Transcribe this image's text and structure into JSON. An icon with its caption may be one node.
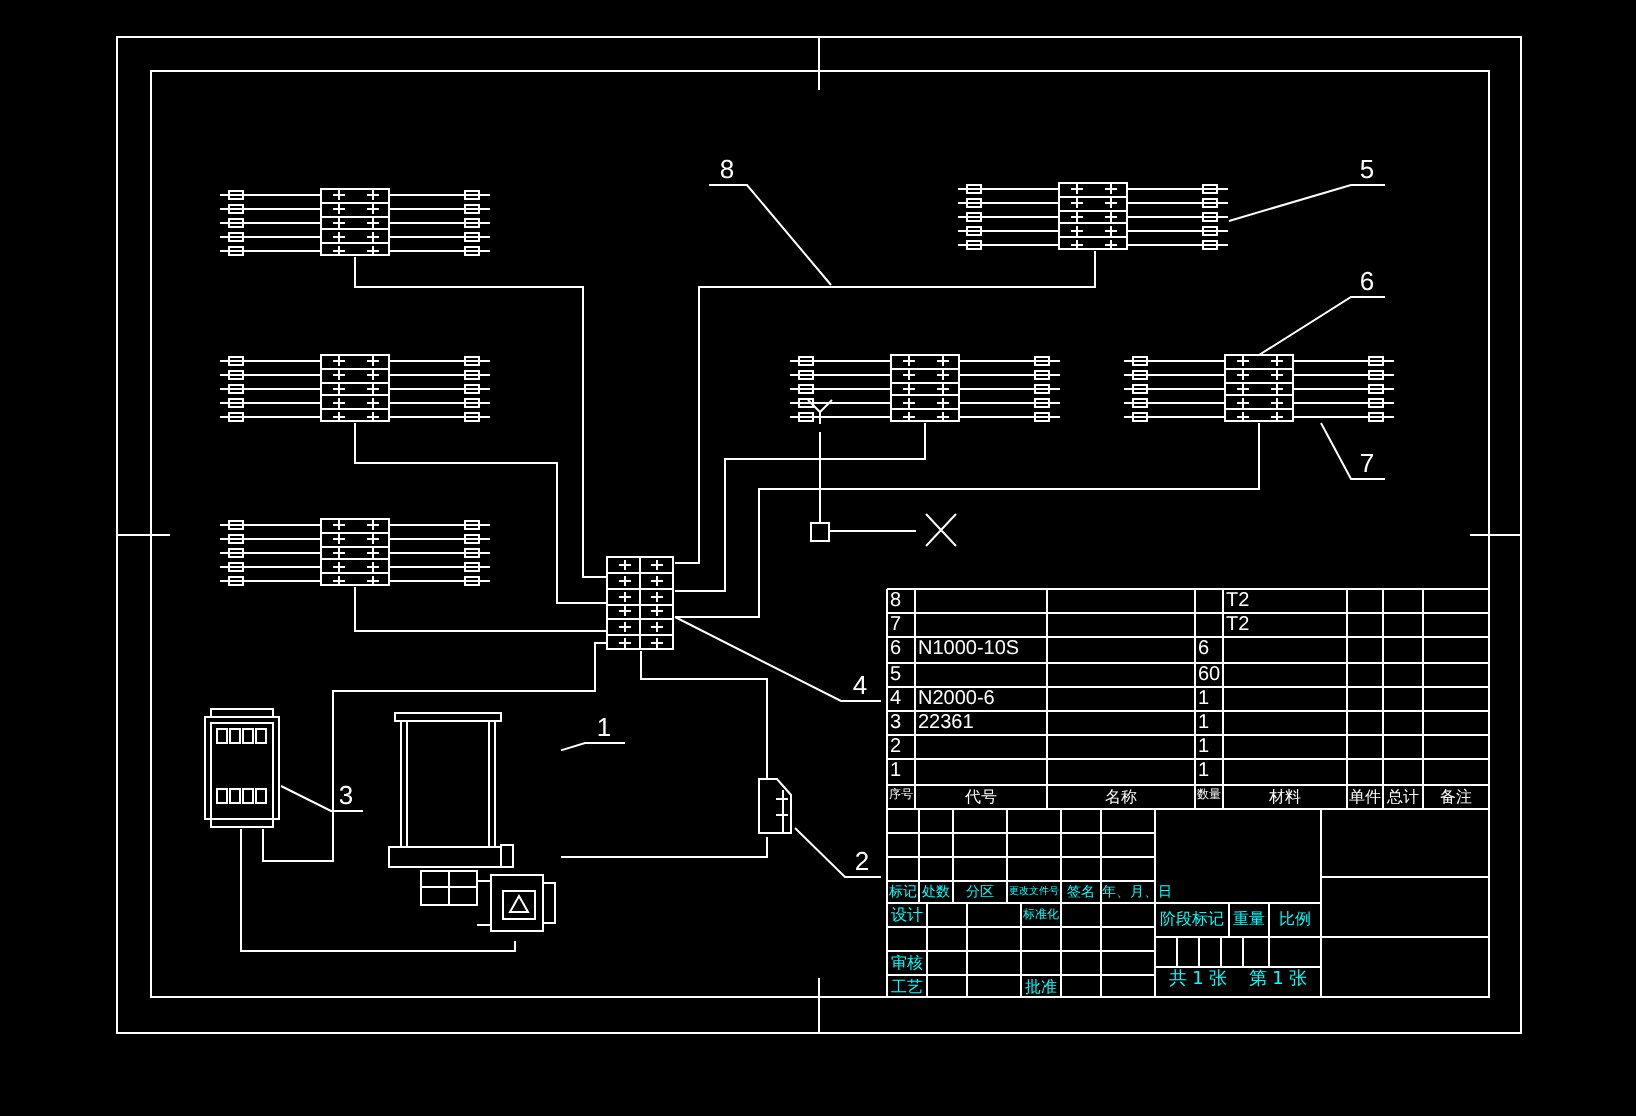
{
  "diagram": {
    "nodes": [
      {
        "text": [
          "8"
        ]
      },
      {
        "text": [
          "5"
        ]
      },
      {
        "text": [
          "6"
        ]
      },
      {
        "text": [
          "7"
        ]
      },
      {
        "text": [
          "4"
        ]
      },
      {
        "text": [
          "1"
        ]
      },
      {
        "text": [
          "3"
        ]
      },
      {
        "text": [
          "2"
        ]
      },
      {
        "text": [],
        "shape": "picture"
      },
      {
        "text": [],
        "shape": "picture"
      },
      {
        "text": [],
        "shape": "picture"
      },
      {
        "text": [],
        "shape": "picture"
      },
      {
        "text": [],
        "shape": "picture"
      },
      {
        "text": [],
        "shape": "picture"
      },
      {
        "text": [],
        "shape": "picture"
      },
      {
        "text": [],
        "shape": "picture"
      },
      {
        "text": [],
        "shape": "picture"
      },
      {
        "text": [],
        "shape": "picture"
      }
    ],
    "edges": [
      {
        "from": 0,
        "to": null,
        "arrow": "none"
      },
      {
        "from": 1,
        "to": 9,
        "arrow": "none"
      },
      {
        "from": 2,
        "to": 12,
        "arrow": "none"
      },
      {
        "from": 3,
        "to": 12,
        "arrow": "none"
      },
      {
        "from": 4,
        "to": 14,
        "arrow": "none"
      },
      {
        "from": 5,
        "to": 15,
        "arrow": "none"
      },
      {
        "from": 6,
        "to": 16,
        "arrow": "none"
      },
      {
        "from": 7,
        "to": 17,
        "arrow": "none"
      },
      {
        "from": 8,
        "to": 14,
        "arrow": "none"
      },
      {
        "from": 9,
        "to": 14,
        "arrow": "none"
      },
      {
        "from": 10,
        "to": 14,
        "arrow": "none"
      },
      {
        "from": 11,
        "to": 14,
        "arrow": "none"
      },
      {
        "from": 12,
        "to": 14,
        "arrow": "none"
      },
      {
        "from": 13,
        "to": 14,
        "arrow": "none"
      },
      {
        "from": 14,
        "to": 17,
        "arrow": "none"
      },
      {
        "from": 17,
        "to": 15,
        "arrow": "none"
      },
      {
        "from": 14,
        "to": 16,
        "arrow": "none"
      },
      {
        "from": 16,
        "to": 15,
        "arrow": "none"
      }
    ],
    "labels": [
      "8",
      "T2",
      "7",
      "T2",
      "6",
      "N1000-10S",
      "6",
      "5",
      "60",
      "4",
      "N2000-6",
      "1",
      "3",
      "22361",
      "1",
      "2",
      "1",
      "1",
      "1",
      "序号",
      "代号",
      "名称",
      "数量",
      "材料",
      "单件",
      "总计",
      "备注",
      "标记",
      "处数",
      "分区",
      "更改文件号",
      "签名",
      "年、月、日",
      "设计",
      "标准化",
      "审核",
      "工艺",
      "批准",
      "阶段标记",
      "重量",
      "比例",
      "共 1 张",
      "第 1 张"
    ]
  }
}
